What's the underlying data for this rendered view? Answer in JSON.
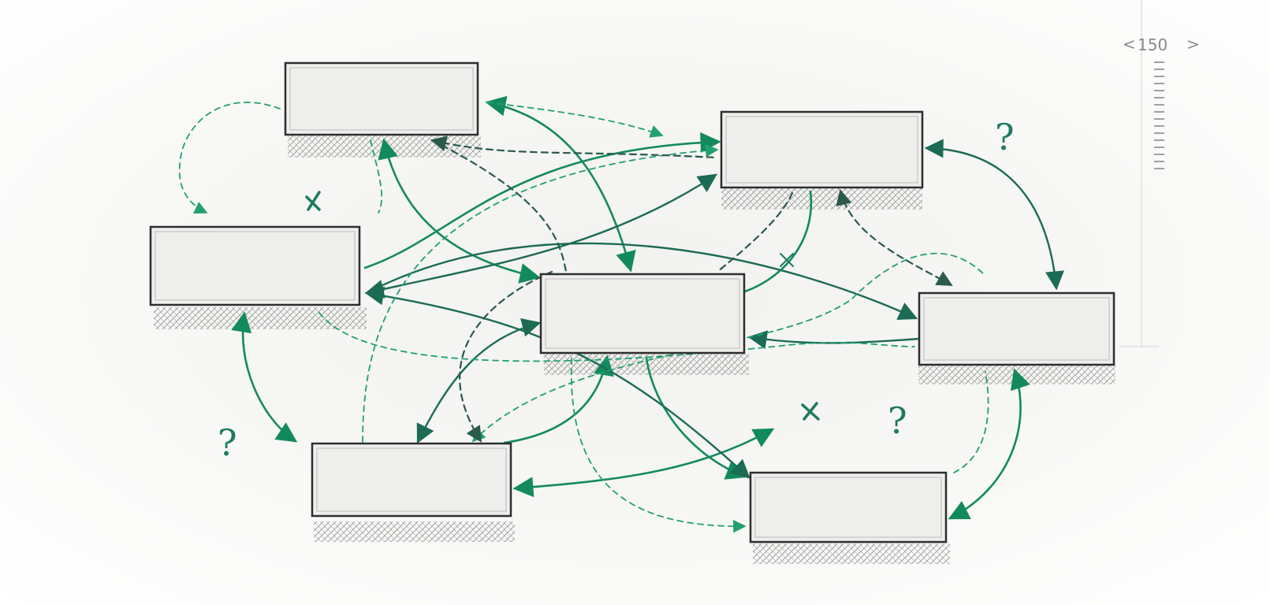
{
  "ruler": {
    "value": "150",
    "left_bracket": "<",
    "right_bracket": ">"
  },
  "colors": {
    "accent": "#138a5e",
    "accent_dark": "#1c6b55",
    "box_stroke": "#2e2e2e",
    "box_fill": "#eeeeec"
  },
  "diagram": {
    "node_count": 7,
    "marks": {
      "question": "?",
      "question_count": 3,
      "cross_count": 3
    }
  }
}
